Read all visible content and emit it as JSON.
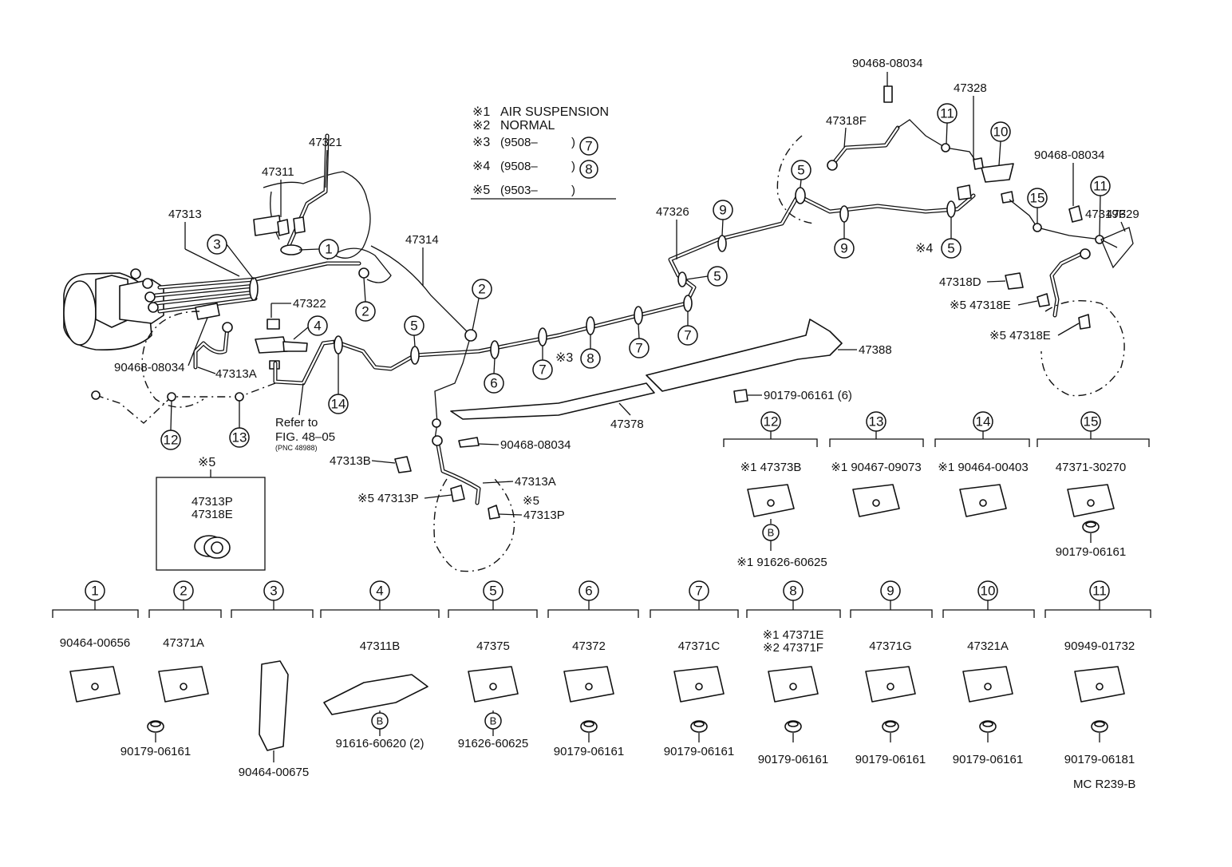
{
  "legend": {
    "rows": [
      {
        "mark": "※1",
        "text": "AIR SUSPENSION",
        "ref": ""
      },
      {
        "mark": "※2",
        "text": "NORMAL",
        "ref": ""
      },
      {
        "mark": "※3",
        "text": "(9508–",
        "close": ")",
        "ref": "7"
      },
      {
        "mark": "※4",
        "text": "(9508–",
        "close": ")",
        "ref": "8"
      },
      {
        "mark": "※5",
        "text": "(9503–",
        "close": ")",
        "ref": ""
      }
    ]
  },
  "labels": {
    "p47321": "47321",
    "p47311": "47311",
    "p47313": "47313",
    "p47314": "47314",
    "p47322": "47322",
    "p90468_left": "90468-08034",
    "p47313A_left": "47313A",
    "refer_line1": "Refer to",
    "refer_line2": "FIG. 48–05",
    "refer_line3": "(PNC 48988)",
    "p47313B": "47313B",
    "p90468_mid": "90468-08034",
    "p47313A_mid": "47313A",
    "p47313P_a": "※5 47313P",
    "p47313P_b_mark": "※5",
    "p47313P_b": "47313P",
    "p47378": "47378",
    "p47388": "47388",
    "p90179_6": "90179-06161 (6)",
    "p47326": "47326",
    "p47318F": "47318F",
    "p90468_top": "90468-08034",
    "p47328": "47328",
    "p90468_right": "90468-08034",
    "p47329": "47329",
    "p47318D": "47318D",
    "p47319F": "47319F",
    "p47318E_a": "※5 47318E",
    "p47318E_b": "※5 47318E",
    "mark4": "※4",
    "mark3": "※3",
    "box5_title": "※5",
    "box5_l1": "47313P",
    "box5_l2": "47318E",
    "code": "MC R239-B"
  },
  "callouts": [
    {
      "id": "3a",
      "n": "3"
    },
    {
      "id": "1a",
      "n": "1"
    },
    {
      "id": "2a",
      "n": "2"
    },
    {
      "id": "2b",
      "n": "2"
    },
    {
      "id": "4a",
      "n": "4"
    },
    {
      "id": "5a",
      "n": "5"
    },
    {
      "id": "6a",
      "n": "6"
    },
    {
      "id": "7a",
      "n": "7"
    },
    {
      "id": "8a",
      "n": "8"
    },
    {
      "id": "7b",
      "n": "7"
    },
    {
      "id": "7c",
      "n": "7"
    },
    {
      "id": "12a",
      "n": "12"
    },
    {
      "id": "13a",
      "n": "13"
    },
    {
      "id": "14a",
      "n": "14"
    },
    {
      "id": "9a",
      "n": "9"
    },
    {
      "id": "5b",
      "n": "5"
    },
    {
      "id": "5c",
      "n": "5"
    },
    {
      "id": "9b",
      "n": "9"
    },
    {
      "id": "5d",
      "n": "5"
    },
    {
      "id": "11a",
      "n": "11"
    },
    {
      "id": "10a",
      "n": "10"
    },
    {
      "id": "15a",
      "n": "15"
    },
    {
      "id": "11b",
      "n": "11"
    }
  ],
  "upper_groups": [
    {
      "n": "12",
      "parts": [
        "※1 47373B"
      ],
      "bolt": "B",
      "fasteners": [
        "※1 91626-60625"
      ]
    },
    {
      "n": "13",
      "parts": [
        "※1 90467-09073"
      ],
      "fasteners": []
    },
    {
      "n": "14",
      "parts": [
        "※1 90464-00403"
      ],
      "fasteners": []
    },
    {
      "n": "15",
      "parts": [
        "47371-30270"
      ],
      "fasteners": [
        "90179-06161"
      ]
    }
  ],
  "lower_groups": [
    {
      "n": "1",
      "parts": [
        "90464-00656"
      ],
      "fasteners": []
    },
    {
      "n": "2",
      "parts": [
        "47371A"
      ],
      "fasteners": [
        "90179-06161"
      ]
    },
    {
      "n": "3",
      "parts": [],
      "fasteners": [
        "90464-00675"
      ]
    },
    {
      "n": "4",
      "parts": [
        "47311B"
      ],
      "bolt": "B",
      "fasteners": [
        "91616-60620 (2)"
      ]
    },
    {
      "n": "5",
      "parts": [
        "47375"
      ],
      "bolt": "B",
      "fasteners": [
        "91626-60625"
      ]
    },
    {
      "n": "6",
      "parts": [
        "47372"
      ],
      "fasteners": [
        "90179-06161"
      ]
    },
    {
      "n": "7",
      "parts": [
        "47371C"
      ],
      "fasteners": [
        "90179-06161"
      ]
    },
    {
      "n": "8",
      "parts": [
        "※1 47371E",
        "※2 47371F"
      ],
      "fasteners": [
        "90179-06161"
      ]
    },
    {
      "n": "9",
      "parts": [
        "47371G"
      ],
      "fasteners": [
        "90179-06161"
      ]
    },
    {
      "n": "10",
      "parts": [
        "47321A"
      ],
      "fasteners": [
        "90179-06161"
      ]
    },
    {
      "n": "11",
      "parts": [
        "90949-01732"
      ],
      "fasteners": [
        "90179-06181"
      ]
    }
  ]
}
